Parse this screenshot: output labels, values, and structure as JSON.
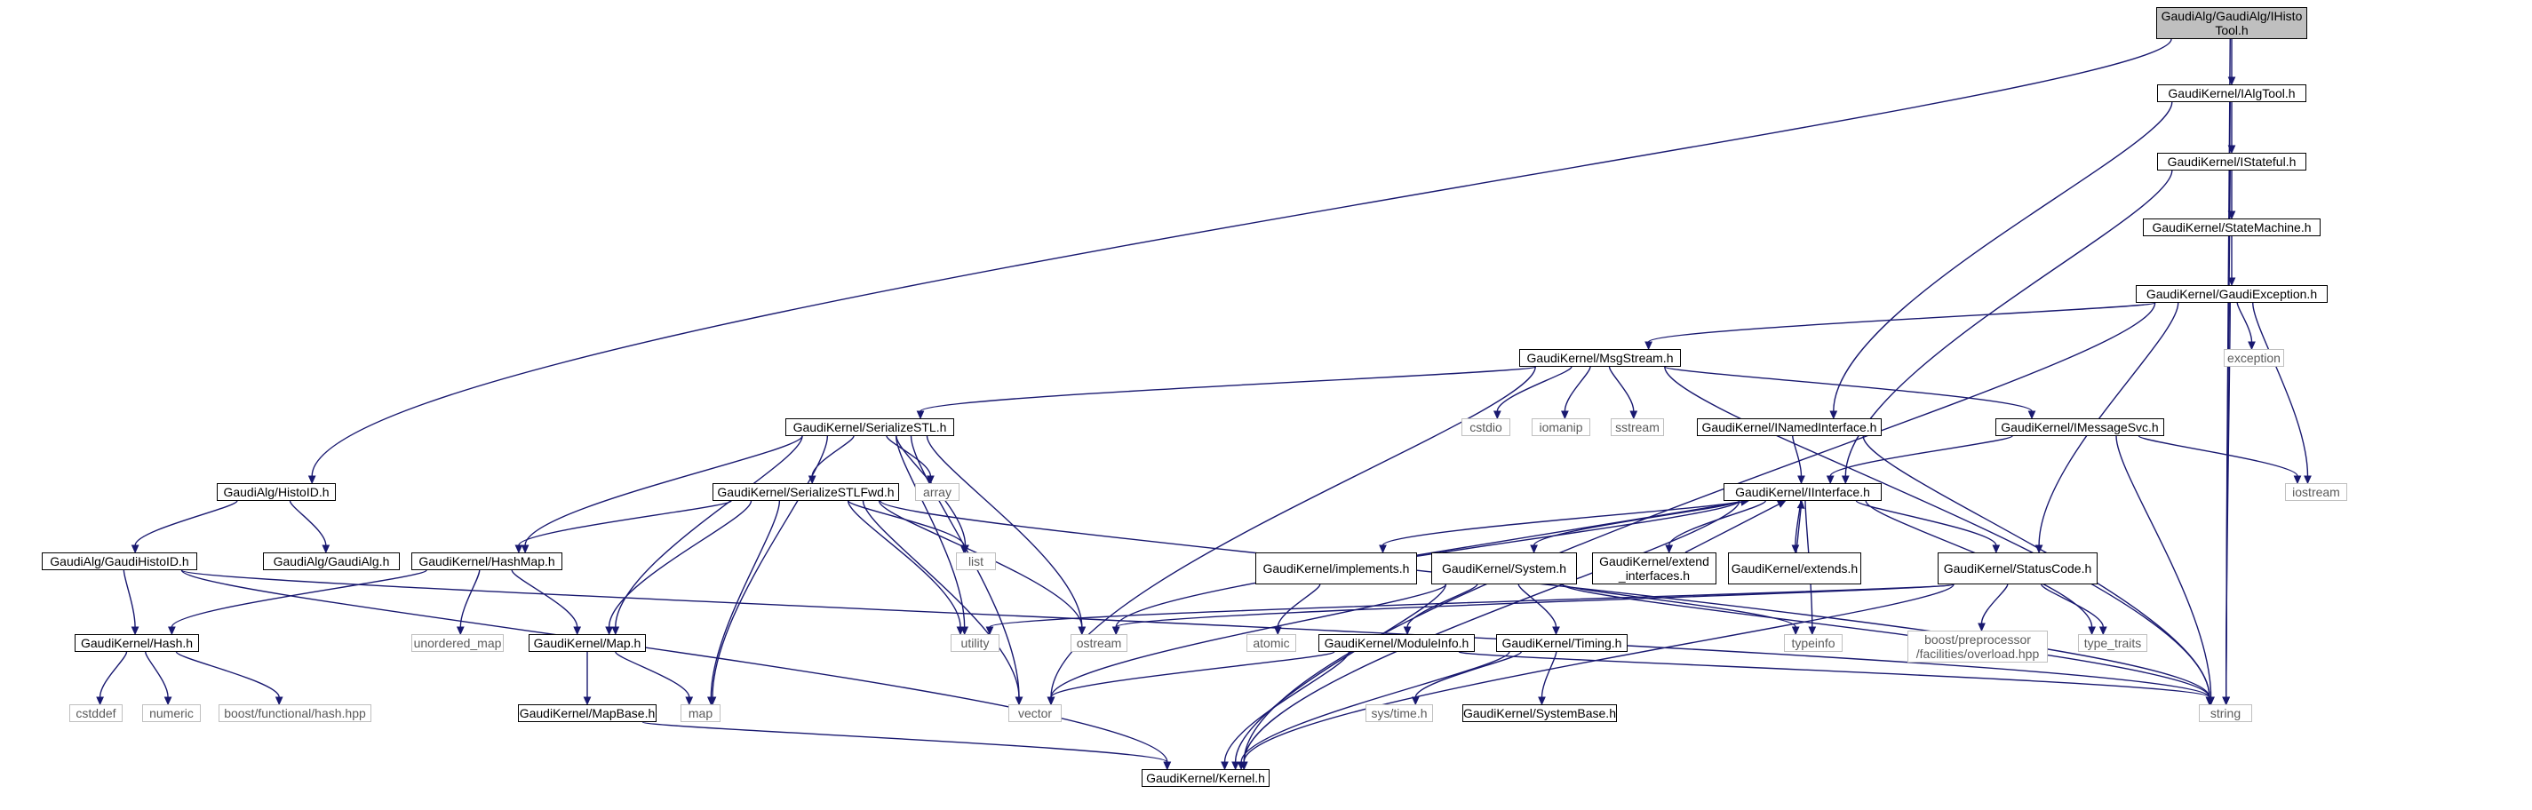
{
  "nodes": [
    {
      "id": "ihisto",
      "label": "GaudiAlg/GaudiAlg/IHisto\nTool.h",
      "kind": "focus"
    },
    {
      "id": "ialgtool",
      "label": "GaudiKernel/IAlgTool.h",
      "kind": "local"
    },
    {
      "id": "istateful",
      "label": "GaudiKernel/IStateful.h",
      "kind": "local"
    },
    {
      "id": "statemachine",
      "label": "GaudiKernel/StateMachine.h",
      "kind": "local"
    },
    {
      "id": "gaudiexception",
      "label": "GaudiKernel/GaudiException.h",
      "kind": "local"
    },
    {
      "id": "exception",
      "label": "exception",
      "kind": "system"
    },
    {
      "id": "msgstream",
      "label": "GaudiKernel/MsgStream.h",
      "kind": "local"
    },
    {
      "id": "serializestl",
      "label": "GaudiKernel/SerializeSTL.h",
      "kind": "local"
    },
    {
      "id": "cstdio",
      "label": "cstdio",
      "kind": "system"
    },
    {
      "id": "iomanip",
      "label": "iomanip",
      "kind": "system"
    },
    {
      "id": "sstream",
      "label": "sstream",
      "kind": "system"
    },
    {
      "id": "inamed",
      "label": "GaudiKernel/INamedInterface.h",
      "kind": "local"
    },
    {
      "id": "imessagesvc",
      "label": "GaudiKernel/IMessageSvc.h",
      "kind": "local"
    },
    {
      "id": "iostream",
      "label": "iostream",
      "kind": "system"
    },
    {
      "id": "histoid",
      "label": "GaudiAlg/HistoID.h",
      "kind": "local"
    },
    {
      "id": "gaudihistoid",
      "label": "GaudiAlg/GaudiHistoID.h",
      "kind": "local"
    },
    {
      "id": "gaudialg",
      "label": "GaudiAlg/GaudiAlg.h",
      "kind": "local"
    },
    {
      "id": "serializestlfwd",
      "label": "GaudiKernel/SerializeSTLFwd.h",
      "kind": "local"
    },
    {
      "id": "array",
      "label": "array",
      "kind": "system"
    },
    {
      "id": "list",
      "label": "list",
      "kind": "system"
    },
    {
      "id": "iinterface",
      "label": "GaudiKernel/IInterface.h",
      "kind": "local"
    },
    {
      "id": "hashmap",
      "label": "GaudiKernel/HashMap.h",
      "kind": "local"
    },
    {
      "id": "implements",
      "label": "GaudiKernel/implements.h",
      "kind": "local"
    },
    {
      "id": "system",
      "label": "GaudiKernel/System.h",
      "kind": "local"
    },
    {
      "id": "extendif",
      "label": "GaudiKernel/extend\n_interfaces.h",
      "kind": "local"
    },
    {
      "id": "extends",
      "label": "GaudiKernel/extends.h",
      "kind": "local"
    },
    {
      "id": "statuscode",
      "label": "GaudiKernel/StatusCode.h",
      "kind": "local"
    },
    {
      "id": "hash",
      "label": "GaudiKernel/Hash.h",
      "kind": "local"
    },
    {
      "id": "unordered_map",
      "label": "unordered_map",
      "kind": "system"
    },
    {
      "id": "map_h",
      "label": "GaudiKernel/Map.h",
      "kind": "local"
    },
    {
      "id": "utility",
      "label": "utility",
      "kind": "system"
    },
    {
      "id": "ostream",
      "label": "ostream",
      "kind": "system"
    },
    {
      "id": "atomic",
      "label": "atomic",
      "kind": "system"
    },
    {
      "id": "moduleinfo",
      "label": "GaudiKernel/ModuleInfo.h",
      "kind": "local"
    },
    {
      "id": "timing",
      "label": "GaudiKernel/Timing.h",
      "kind": "local"
    },
    {
      "id": "typeinfo",
      "label": "typeinfo",
      "kind": "system"
    },
    {
      "id": "boostpp",
      "label": "boost/preprocessor\n/facilities/overload.hpp",
      "kind": "system"
    },
    {
      "id": "type_traits",
      "label": "type_traits",
      "kind": "system"
    },
    {
      "id": "cstddef",
      "label": "cstddef",
      "kind": "system"
    },
    {
      "id": "numeric",
      "label": "numeric",
      "kind": "system"
    },
    {
      "id": "boosthash",
      "label": "boost/functional/hash.hpp",
      "kind": "system"
    },
    {
      "id": "mapbase",
      "label": "GaudiKernel/MapBase.h",
      "kind": "local"
    },
    {
      "id": "map",
      "label": "map",
      "kind": "system"
    },
    {
      "id": "vector",
      "label": "vector",
      "kind": "system"
    },
    {
      "id": "systime",
      "label": "sys/time.h",
      "kind": "system"
    },
    {
      "id": "systembase",
      "label": "GaudiKernel/SystemBase.h",
      "kind": "local"
    },
    {
      "id": "string",
      "label": "string",
      "kind": "system"
    },
    {
      "id": "kernel",
      "label": "GaudiKernel/Kernel.h",
      "kind": "local"
    }
  ],
  "edges": [
    [
      "ihisto",
      "ialgtool"
    ],
    [
      "ihisto",
      "histoid"
    ],
    [
      "ihisto",
      "string"
    ],
    [
      "ialgtool",
      "istateful"
    ],
    [
      "ialgtool",
      "inamed"
    ],
    [
      "ialgtool",
      "string"
    ],
    [
      "istateful",
      "statemachine"
    ],
    [
      "istateful",
      "iinterface"
    ],
    [
      "istateful",
      "string"
    ],
    [
      "statemachine",
      "gaudiexception"
    ],
    [
      "gaudiexception",
      "msgstream"
    ],
    [
      "gaudiexception",
      "exception"
    ],
    [
      "gaudiexception",
      "iostream"
    ],
    [
      "gaudiexception",
      "statuscode"
    ],
    [
      "gaudiexception",
      "string"
    ],
    [
      "gaudiexception",
      "kernel"
    ],
    [
      "msgstream",
      "serializestl"
    ],
    [
      "msgstream",
      "cstdio"
    ],
    [
      "msgstream",
      "iomanip"
    ],
    [
      "msgstream",
      "sstream"
    ],
    [
      "msgstream",
      "imessagesvc"
    ],
    [
      "msgstream",
      "string"
    ],
    [
      "msgstream",
      "vector"
    ],
    [
      "inamed",
      "iinterface"
    ],
    [
      "inamed",
      "string"
    ],
    [
      "imessagesvc",
      "iinterface"
    ],
    [
      "imessagesvc",
      "iostream"
    ],
    [
      "imessagesvc",
      "string"
    ],
    [
      "serializestl",
      "serializestlfwd"
    ],
    [
      "serializestl",
      "array"
    ],
    [
      "serializestl",
      "list"
    ],
    [
      "serializestl",
      "hashmap"
    ],
    [
      "serializestl",
      "map_h"
    ],
    [
      "serializestl",
      "utility"
    ],
    [
      "serializestl",
      "ostream"
    ],
    [
      "serializestl",
      "map"
    ],
    [
      "serializestl",
      "vector"
    ],
    [
      "serializestlfwd",
      "list"
    ],
    [
      "serializestlfwd",
      "hashmap"
    ],
    [
      "serializestlfwd",
      "map_h"
    ],
    [
      "serializestlfwd",
      "utility"
    ],
    [
      "serializestlfwd",
      "ostream"
    ],
    [
      "serializestlfwd",
      "map"
    ],
    [
      "serializestlfwd",
      "vector"
    ],
    [
      "serializestlfwd",
      "string"
    ],
    [
      "histoid",
      "gaudihistoid"
    ],
    [
      "histoid",
      "gaudialg"
    ],
    [
      "gaudihistoid",
      "hash"
    ],
    [
      "gaudihistoid",
      "string"
    ],
    [
      "gaudihistoid",
      "kernel"
    ],
    [
      "hashmap",
      "hash"
    ],
    [
      "hashmap",
      "unordered_map"
    ],
    [
      "hashmap",
      "map_h"
    ],
    [
      "hash",
      "cstddef"
    ],
    [
      "hash",
      "numeric"
    ],
    [
      "hash",
      "boosthash"
    ],
    [
      "map_h",
      "mapbase"
    ],
    [
      "map_h",
      "map"
    ],
    [
      "mapbase",
      "kernel"
    ],
    [
      "iinterface",
      "implements"
    ],
    [
      "iinterface",
      "system"
    ],
    [
      "iinterface",
      "extendif"
    ],
    [
      "iinterface",
      "extends"
    ],
    [
      "iinterface",
      "statuscode"
    ],
    [
      "iinterface",
      "ostream"
    ],
    [
      "iinterface",
      "typeinfo"
    ],
    [
      "iinterface",
      "type_traits"
    ],
    [
      "iinterface",
      "kernel"
    ],
    [
      "implements",
      "iinterface"
    ],
    [
      "implements",
      "atomic"
    ],
    [
      "extendif",
      "iinterface"
    ],
    [
      "extends",
      "iinterface"
    ],
    [
      "system",
      "moduleinfo"
    ],
    [
      "system",
      "timing"
    ],
    [
      "system",
      "typeinfo"
    ],
    [
      "system",
      "string"
    ],
    [
      "system",
      "vector"
    ],
    [
      "system",
      "kernel"
    ],
    [
      "moduleinfo",
      "vector"
    ],
    [
      "moduleinfo",
      "string"
    ],
    [
      "moduleinfo",
      "kernel"
    ],
    [
      "timing",
      "systime"
    ],
    [
      "timing",
      "systembase"
    ],
    [
      "timing",
      "kernel"
    ],
    [
      "statuscode",
      "boostpp"
    ],
    [
      "statuscode",
      "type_traits"
    ],
    [
      "statuscode",
      "utility"
    ],
    [
      "statuscode",
      "ostream"
    ],
    [
      "statuscode",
      "kernel"
    ]
  ]
}
